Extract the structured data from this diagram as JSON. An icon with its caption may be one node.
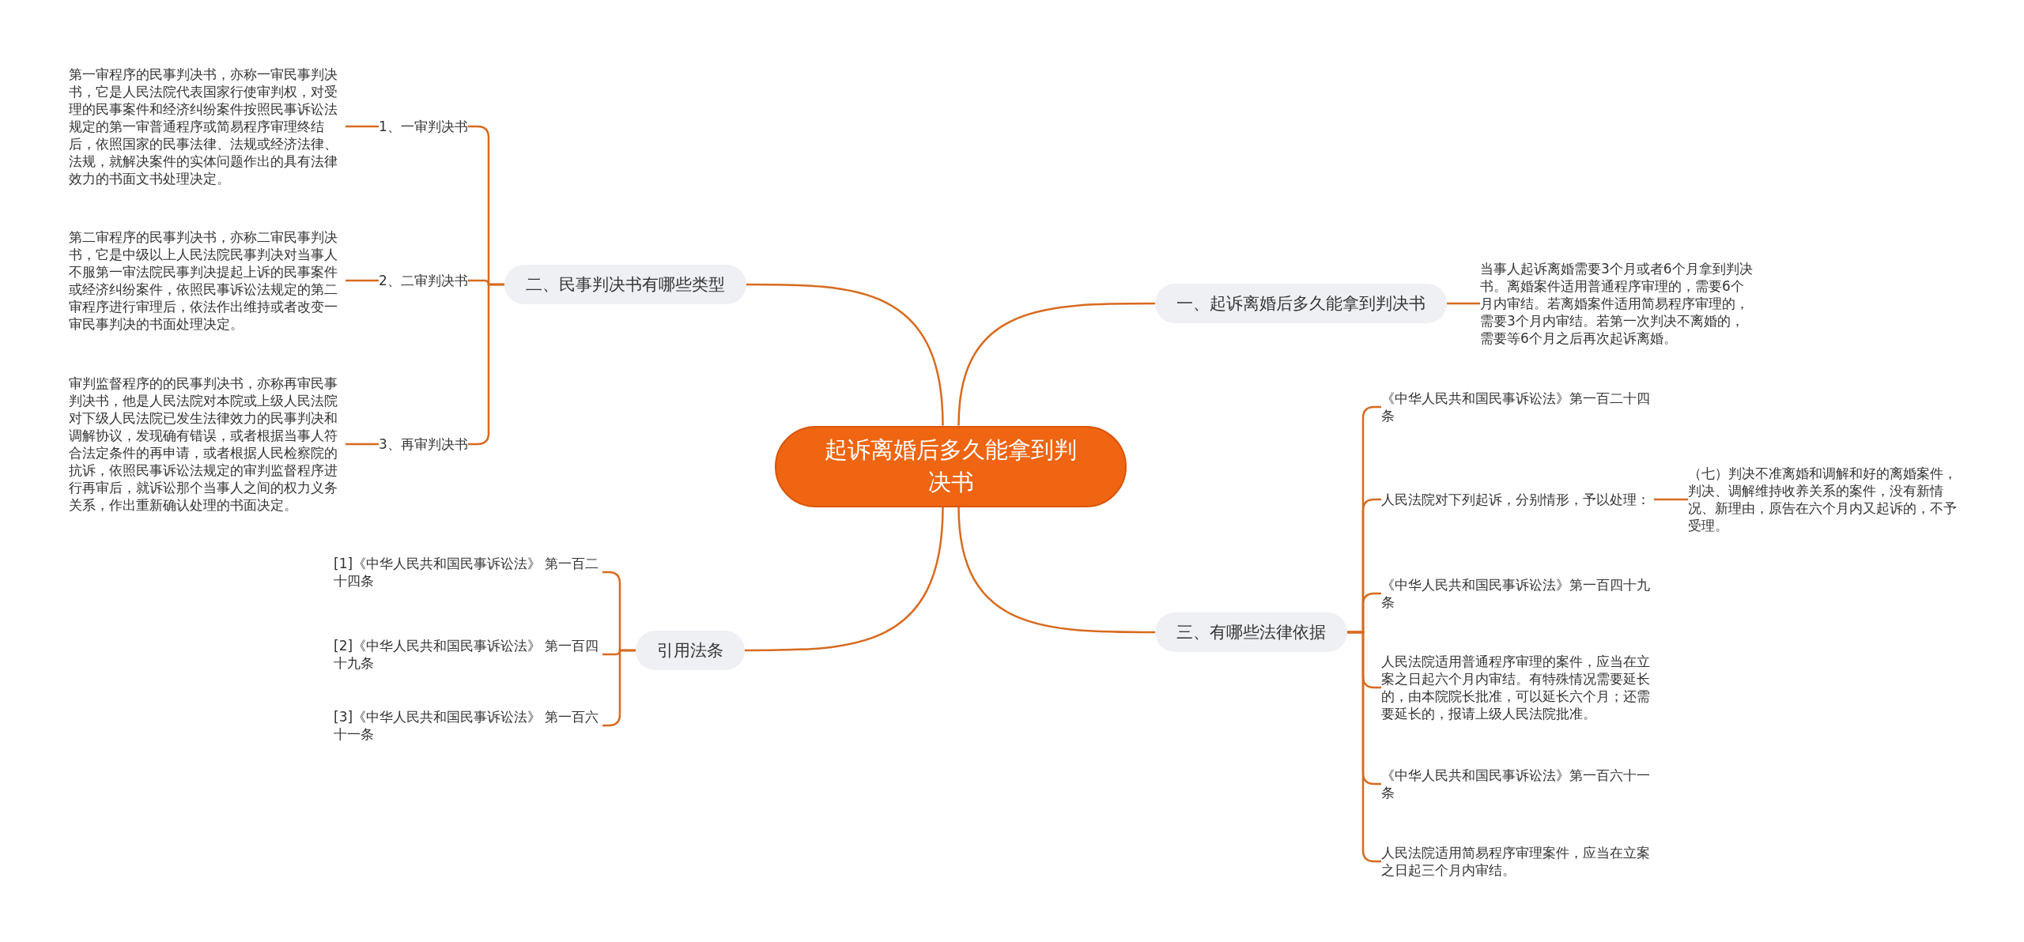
{
  "diagram": {
    "nodes": [
      {
        "text": [
          "起诉离婚后多久能拿到判决书"
        ]
      },
      {
        "text": [
          "一、起诉离婚后多久能拿到判决书"
        ]
      },
      {
        "text": [
          "当事人起诉离婚需要3个月或者6个月拿到判决书。离婚案件适用普通程序审理的，需要6个月内审结。若离婚案件适用简易程序审理的，需要3个月内审结。若第一次判决不离婚的，需要等6个月之后再次起诉离婚。"
        ]
      },
      {
        "text": [
          "二、民事判决书有哪些类型"
        ]
      },
      {
        "text": [
          "1、一审判决书"
        ]
      },
      {
        "text": [
          "第一审程序的民事判决书，亦称一审民事判决书，它是人民法院代表国家行使审判权，对受理的民事案件和经济纠纷案件按照民事诉讼法规定的第一审普通程序或简易程序审理终结后，依照国家的民事法律、法规或经济法律、法规，就解决案件的实体问题作出的具有法律效力的书面文书处理决定。"
        ]
      },
      {
        "text": [
          "2、二审判决书"
        ]
      },
      {
        "text": [
          "第二审程序的民事判决书，亦称二审民事判决书，它是中级以上人民法院民事判决对当事人不服第一审法院民事判决提起上诉的民事案件或经济纠纷案件，依照民事诉讼法规定的第二审程序进行审理后，依法作出维持或者改变一审民事判决的书面处理决定。"
        ]
      },
      {
        "text": [
          "3、再审判决书"
        ]
      },
      {
        "text": [
          "审判监督程序的的民事判决书，亦称再审民事判决书，他是人民法院对本院或上级人民法院对下级人民法院已发生法律效力的民事判决和调解协议，发现确有错误，或者根据当事人符合法定条件的再申请，或者根据人民检察院的抗诉，依照民事诉讼法规定的审判监督程序进行再审后，就诉讼那个当事人之间的权力义务关系，作出重新确认处理的书面决定。"
        ]
      },
      {
        "text": [
          "三、有哪些法律依据"
        ]
      },
      {
        "text": [
          "《中华人民共和国民事诉讼法》第一百二十四条"
        ]
      },
      {
        "text": [
          "人民法院对下列起诉，分别情形，予以处理："
        ]
      },
      {
        "text": [
          "（七）判决不准离婚和调解和好的离婚案件，判决、调解维持收养关系的案件，没有新情况、新理由，原告在六个月内又起诉的，不予受理。"
        ]
      },
      {
        "text": [
          "《中华人民共和国民事诉讼法》第一百四十九条"
        ]
      },
      {
        "text": [
          "人民法院适用普通程序审理的案件，应当在立案之日起六个月内审结。有特殊情况需要延长的，由本院院长批准，可以延长六个月；还需要延长的，报请上级人民法院批准。"
        ]
      },
      {
        "text": [
          "《中华人民共和国民事诉讼法》第一百六十一条"
        ]
      },
      {
        "text": [
          "人民法院适用简易程序审理案件，应当在立案之日起三个月内审结。"
        ]
      },
      {
        "text": [
          "引用法条"
        ]
      },
      {
        "text": [
          "[1]《中华人民共和国民事诉讼法》 第一百二十四条"
        ]
      },
      {
        "text": [
          "[2]《中华人民共和国民事诉讼法》 第一百四十九条"
        ]
      },
      {
        "text": [
          "[3]《中华人民共和国民事诉讼法》 第一百六十一条"
        ]
      }
    ],
    "edges": [
      {
        "from": 0,
        "to": 1,
        "arrow": "none"
      },
      {
        "from": 1,
        "to": 2,
        "arrow": "none"
      },
      {
        "from": 0,
        "to": 3,
        "arrow": "none"
      },
      {
        "from": 3,
        "to": 4,
        "arrow": "none"
      },
      {
        "from": 4,
        "to": 5,
        "arrow": "none"
      },
      {
        "from": 3,
        "to": 6,
        "arrow": "none"
      },
      {
        "from": 6,
        "to": 7,
        "arrow": "none"
      },
      {
        "from": 3,
        "to": 8,
        "arrow": "none"
      },
      {
        "from": 8,
        "to": 9,
        "arrow": "none"
      },
      {
        "from": 0,
        "to": 10,
        "arrow": "none"
      },
      {
        "from": 10,
        "to": 11,
        "arrow": "none"
      },
      {
        "from": 10,
        "to": 12,
        "arrow": "none"
      },
      {
        "from": 12,
        "to": 13,
        "arrow": "none"
      },
      {
        "from": 10,
        "to": 14,
        "arrow": "none"
      },
      {
        "from": 10,
        "to": 15,
        "arrow": "none"
      },
      {
        "from": 10,
        "to": 16,
        "arrow": "none"
      },
      {
        "from": 10,
        "to": 17,
        "arrow": "none"
      },
      {
        "from": 0,
        "to": 18,
        "arrow": "none"
      },
      {
        "from": 18,
        "to": 19,
        "arrow": "none"
      },
      {
        "from": 18,
        "to": 20,
        "arrow": "none"
      },
      {
        "from": 18,
        "to": 21,
        "arrow": "none"
      }
    ]
  }
}
